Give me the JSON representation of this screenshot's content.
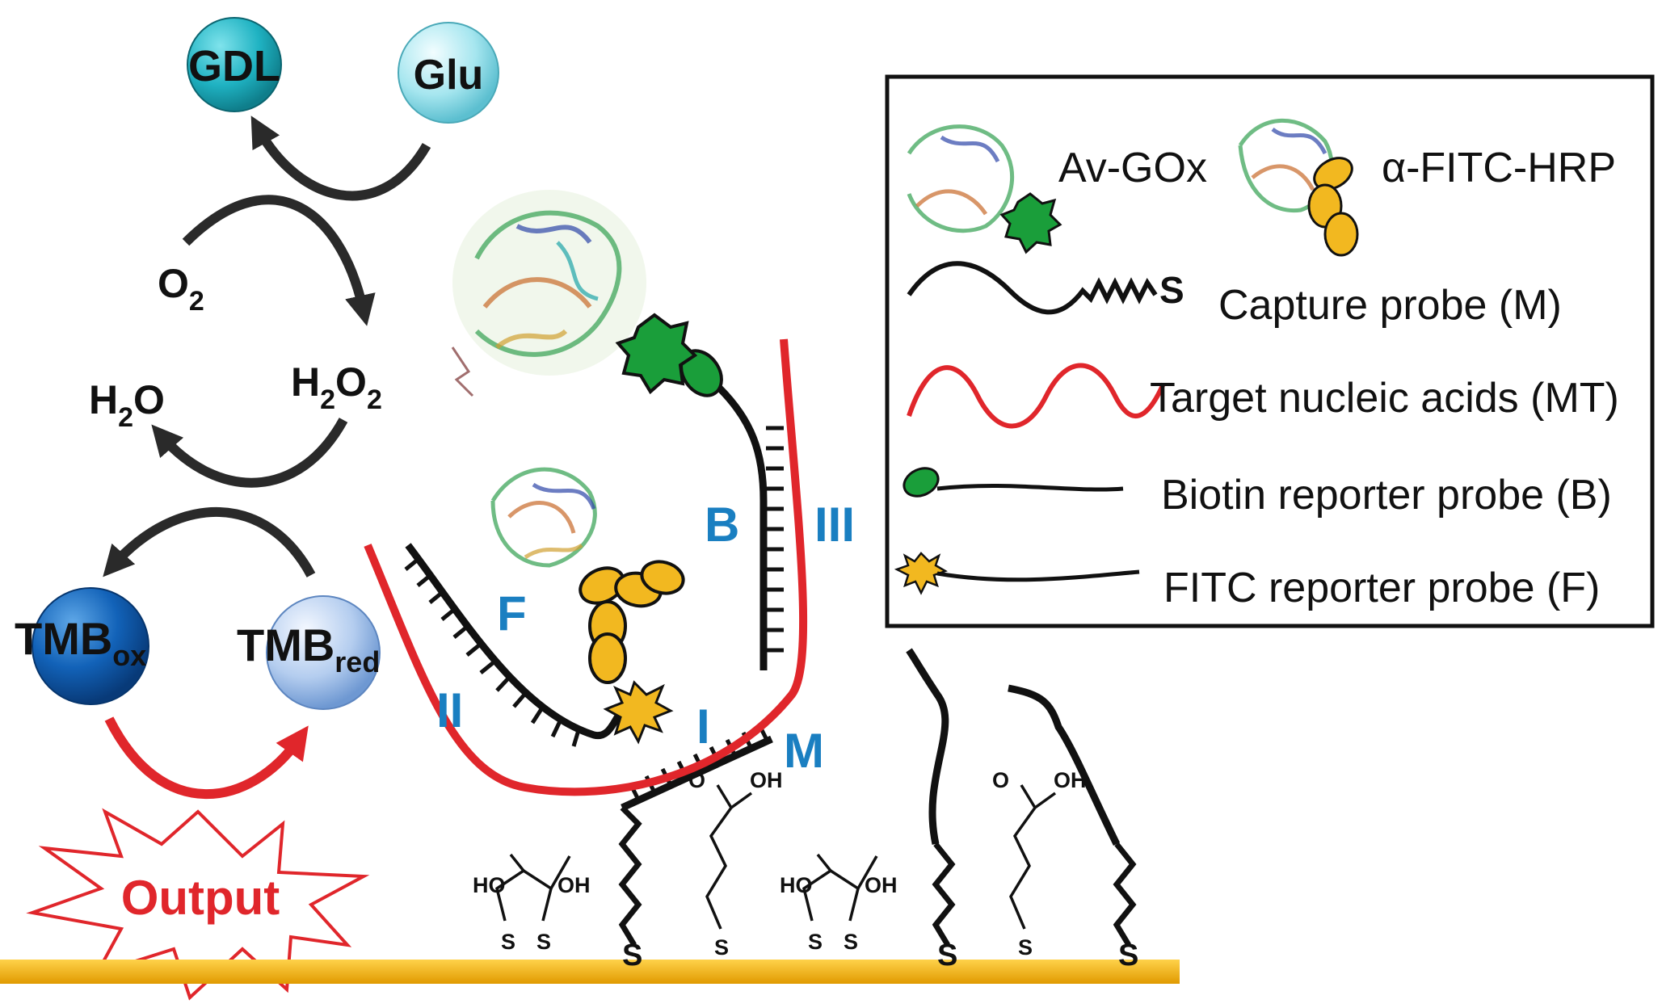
{
  "cycle": {
    "gdl": "GDL",
    "glu": "Glu",
    "o2_main": "O",
    "o2_sub": "2",
    "h2o2_h": "H",
    "h2o2_sub1": "2",
    "h2o2_o": "O",
    "h2o2_sub2": "2",
    "h2o_h": "H",
    "h2o_sub": "2",
    "h2o_o": "O",
    "tmbox_main": "TMB",
    "tmbox_sub": "ox",
    "tmbred_main": "TMB",
    "tmbred_sub": "red",
    "output": "Output"
  },
  "strand_labels": {
    "b": "B",
    "f": "F",
    "m": "M",
    "i": "I",
    "ii": "II",
    "iii": "III"
  },
  "surface": {
    "ho": "HO",
    "oh": "OH",
    "o": "O",
    "s": "S"
  },
  "legend": {
    "av_gox": "Av-GOx",
    "anti_fitc_hrp": "α-FITC-HRP",
    "capture_s": "S",
    "capture": "Capture probe (M)",
    "target": "Target nucleic acids (MT)",
    "biotin": "Biotin reporter probe (B)",
    "fitc": "FITC reporter probe (F)"
  },
  "colors": {
    "target_red": "#e0262b",
    "label_blue": "#1a7fc1",
    "gold_surface": "#f2b112",
    "biotin_green": "#1a9e3a",
    "antibody_gold": "#f2b820"
  }
}
